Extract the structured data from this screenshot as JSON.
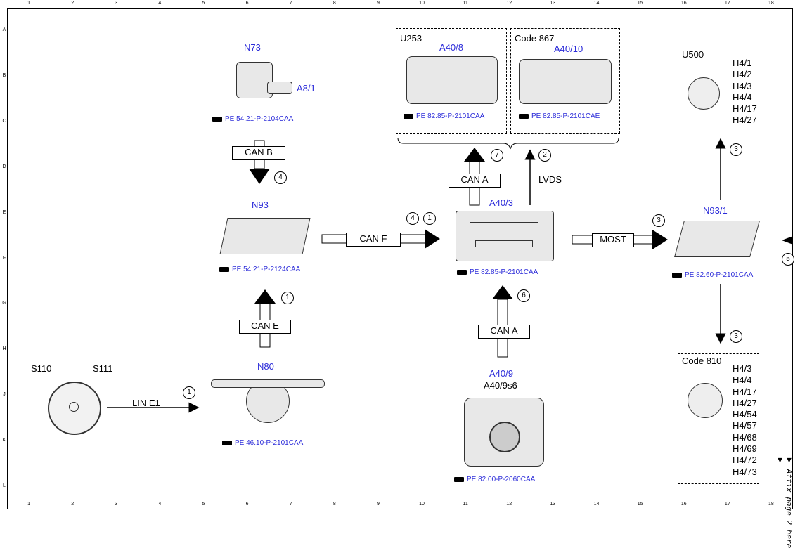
{
  "grid": {
    "columns": [
      "1",
      "2",
      "3",
      "4",
      "5",
      "6",
      "7",
      "8",
      "9",
      "10",
      "11",
      "12",
      "13",
      "14",
      "15",
      "16",
      "17",
      "18"
    ],
    "rows": [
      "A",
      "B",
      "C",
      "D",
      "E",
      "F",
      "G",
      "H",
      "J",
      "K",
      "L"
    ]
  },
  "components": {
    "n73": {
      "name": "N73",
      "sub": "A8/1",
      "ref": "PE 54.21-P-2104CAA"
    },
    "n93": {
      "name": "N93",
      "ref": "PE 54.21-P-2124CAA"
    },
    "n80": {
      "name": "N80",
      "ref": "PE 46.10-P-2101CAA"
    },
    "steering": {
      "left": "S110",
      "right": "S111"
    },
    "a40_8": {
      "group": "U253",
      "name": "A40/8",
      "ref": "PE 82.85-P-2101CAA"
    },
    "a40_10": {
      "group": "Code 867",
      "name": "A40/10",
      "ref": "PE 82.85-P-2101CAE"
    },
    "a40_3": {
      "name": "A40/3",
      "ref": "PE 82.85-P-2101CAA"
    },
    "a40_9": {
      "name": "A40/9",
      "sub": "A40/9s6",
      "ref": "PE 82.00-P-2060CAA"
    },
    "n93_1": {
      "name": "N93/1",
      "ref": "PE 82.60-P-2101CAA"
    },
    "u500": {
      "group": "U500",
      "items": [
        "H4/1",
        "H4/2",
        "H4/3",
        "H4/4",
        "H4/17",
        "H4/27"
      ]
    },
    "code810": {
      "group": "Code 810",
      "items": [
        "H4/3",
        "H4/4",
        "H4/17",
        "H4/27",
        "H4/54",
        "H4/57",
        "H4/68",
        "H4/69",
        "H4/72",
        "H4/73"
      ]
    }
  },
  "connections": {
    "can_b": "CAN B",
    "can_e": "CAN E",
    "can_f": "CAN F",
    "can_a_top": "CAN A",
    "can_a_bottom": "CAN A",
    "lvds": "LVDS",
    "most": "MOST",
    "lin": "LIN E1"
  },
  "markers": {
    "m_canb": "4",
    "m_cane": "1",
    "m_canf_a": "4",
    "m_canf_b": "1",
    "m_cana_top": "7",
    "m_lvds": "2",
    "m_cana_bottom": "6",
    "m_most": "3",
    "m_up": "3",
    "m_down": "3",
    "m_lin": "1",
    "m_right": "5"
  },
  "side_note": "▼ Affix page 2 here ▼"
}
